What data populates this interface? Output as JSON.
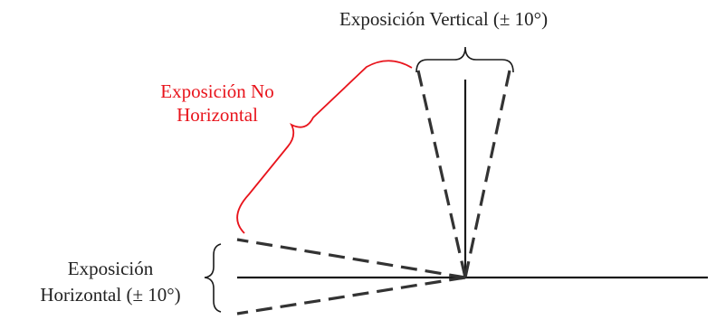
{
  "labels": {
    "vertical": "Exposición Vertical (± 10°)",
    "non_horizontal_line1": "Exposición No",
    "non_horizontal_line2": "Horizontal",
    "horizontal_line1": "Exposición",
    "horizontal_line2": "Horizontal (± 10°)"
  },
  "colors": {
    "text": "#222222",
    "accent": "#e8141c",
    "lines": "#1a1a1a"
  }
}
